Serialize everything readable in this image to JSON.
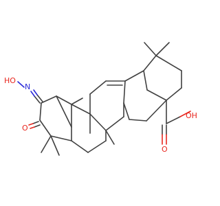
{
  "labels": {
    "oh_top": "OH",
    "o_acid": "O",
    "ho_oxime": "HO",
    "n_oxime": "N",
    "o_ketone": "O"
  }
}
